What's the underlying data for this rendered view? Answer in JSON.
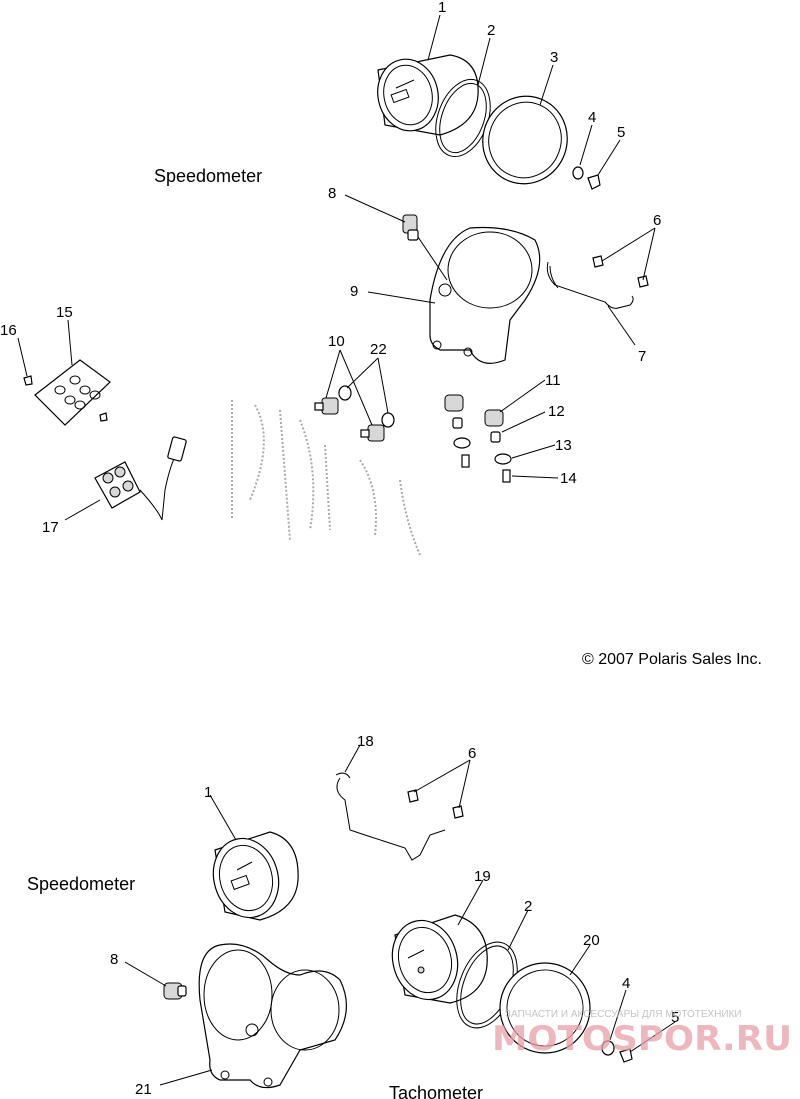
{
  "top_section": {
    "label": "Speedometer",
    "callouts": [
      "1",
      "2",
      "3",
      "4",
      "5",
      "6",
      "7",
      "8",
      "9",
      "10",
      "11",
      "12",
      "13",
      "14",
      "15",
      "16",
      "17",
      "22"
    ]
  },
  "copyright": "© 2007 Polaris Sales Inc.",
  "bottom_section": {
    "speedometer_label": "Speedometer",
    "tachometer_label": "Tachometer",
    "callouts": [
      "1",
      "2",
      "4",
      "5",
      "6",
      "8",
      "18",
      "19",
      "20",
      "21"
    ]
  },
  "watermark": {
    "small_text": "ЗАПЧАСТИ И АКСЕССУАРЫ ДЛЯ МОТОТЕХНИКИ",
    "brand_text": "MOTOSPOR.RU",
    "color": "#e8a0a8"
  }
}
